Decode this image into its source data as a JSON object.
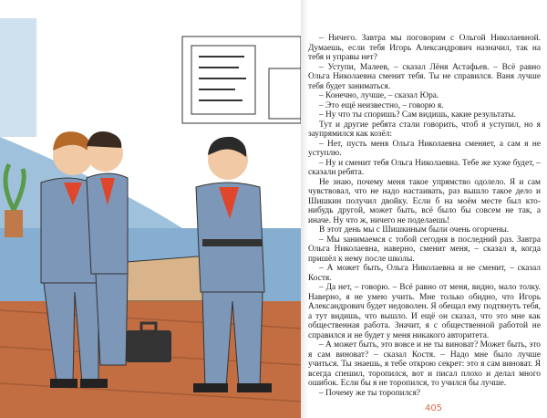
{
  "page": {
    "paragraphs": [
      "– Ничего. Завтра мы поговорим с Ольгой Николаевной. Думаешь, если тебя Игорь Александрович назначил, так на тебя и управы нет?",
      "– Уступи, Малеев, – сказал Лёня Астафьев. – Всё равно Ольга Николаевна сменит тебя. Ты не справился. Ваня лучше тебя будет заниматься.",
      "– Конечно, лучше, – сказал Юра.",
      "– Это ещё неизвестно, – говорю я.",
      "– Ну что ты споришь? Сам видишь, какие результаты.",
      "Тут и другие ребята стали говорить, чтоб я уступил, но я заупрямился как козёл:",
      "– Нет, пусть меня Ольга Николаевна сменяет, а сам я не уступлю.",
      "– Ну и сменит тебя Ольга Николаевна. Тебе же хуже будет, – сказали ребята.",
      "Не знаю, почему меня такое упрямство одолело. Я и сам чувствовал, что не надо настаивать, раз вышло такое дело и Шишкин получил двойку. Если б на моём месте был кто-нибудь другой, может быть, всё было бы совсем не так, а иначе. Ну что ж, ничего не поделаешь!",
      "В этот день мы с Шишкиным были очень огорчены.",
      "– Мы занимаемся с тобой сегодня в последний раз. Завтра Ольга Николаевна, наверно, сменит меня, – сказал я, когда пришёл к нему после школы.",
      "– А может быть, Ольга Николаевна и не сменит, – сказал Костя.",
      "– Да нет, – говорю. – Всё равно от меня, видно, мало толку. Наверно, я не умею учить. Мне только обидно, что Игорь Александрович будет недоволен. Я обещал ему подтянуть тебя, а тут видишь, что вышло. И ещё он сказал, что это мне как общественная работа. Значит, я с общественной работой не справился и не будет у меня никакого авторитета.",
      "– А может быть, это вовсе и не ты виноват? Может быть, это я сам виноват? – сказал Костя. – Надо мне было лучше учиться. Ты знаешь, я тебе открою секрет: это я сам виноват. Я всегда спешил, торопился, вот и писал плохо и делал много ошибок. Если бы я не торопился, то учился бы лучше.",
      "– Почему же ты торопился?"
    ],
    "page_number": "405"
  },
  "colors": {
    "wall_blue": "#8fb6d6",
    "uniform_blue": "#7d97b8",
    "tie_red": "#e0462c",
    "floor_brown": "#b8643a",
    "page_number": "#e06a4a"
  },
  "illustration": {
    "icon": "school-boys-illustration"
  }
}
